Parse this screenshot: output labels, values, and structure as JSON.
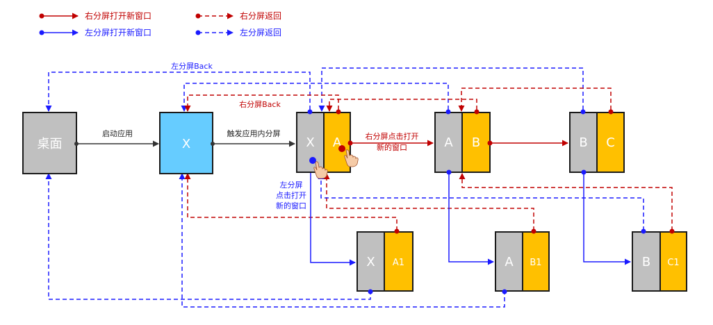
{
  "legend": {
    "right_open": "右分屏打开新窗口",
    "left_open": "左分屏打开新窗口",
    "right_back": "右分屏返回",
    "left_back": "左分屏返回"
  },
  "colors": {
    "red": "#c00000",
    "blue": "#1a1aff",
    "gray": "#c0c0c0",
    "yellow": "#ffc000",
    "cyan": "#66ccff"
  },
  "labels": {
    "launch": "启动应用",
    "trigger": "触发应用内分屏",
    "left_back_top": "左分屏Back",
    "right_back_top": "右分屏Back",
    "right_click_line1": "右分屏点击打开",
    "right_click_line2": "新的窗口",
    "left_click_line1": "左分屏",
    "left_click_line2": "点击打开",
    "left_click_line3": "新的窗口"
  },
  "boxes": {
    "desktop": "桌面",
    "x": "X",
    "xa_left": "X",
    "xa_right": "A",
    "ab_left": "A",
    "ab_right": "B",
    "bc_left": "B",
    "bc_right": "C",
    "xa1_left": "X",
    "xa1_right": "A1",
    "ab1_left": "A",
    "ab1_right": "B1",
    "bc1_left": "B",
    "bc1_right": "C1"
  },
  "icons": {
    "hand": "pointer-hand-icon"
  }
}
